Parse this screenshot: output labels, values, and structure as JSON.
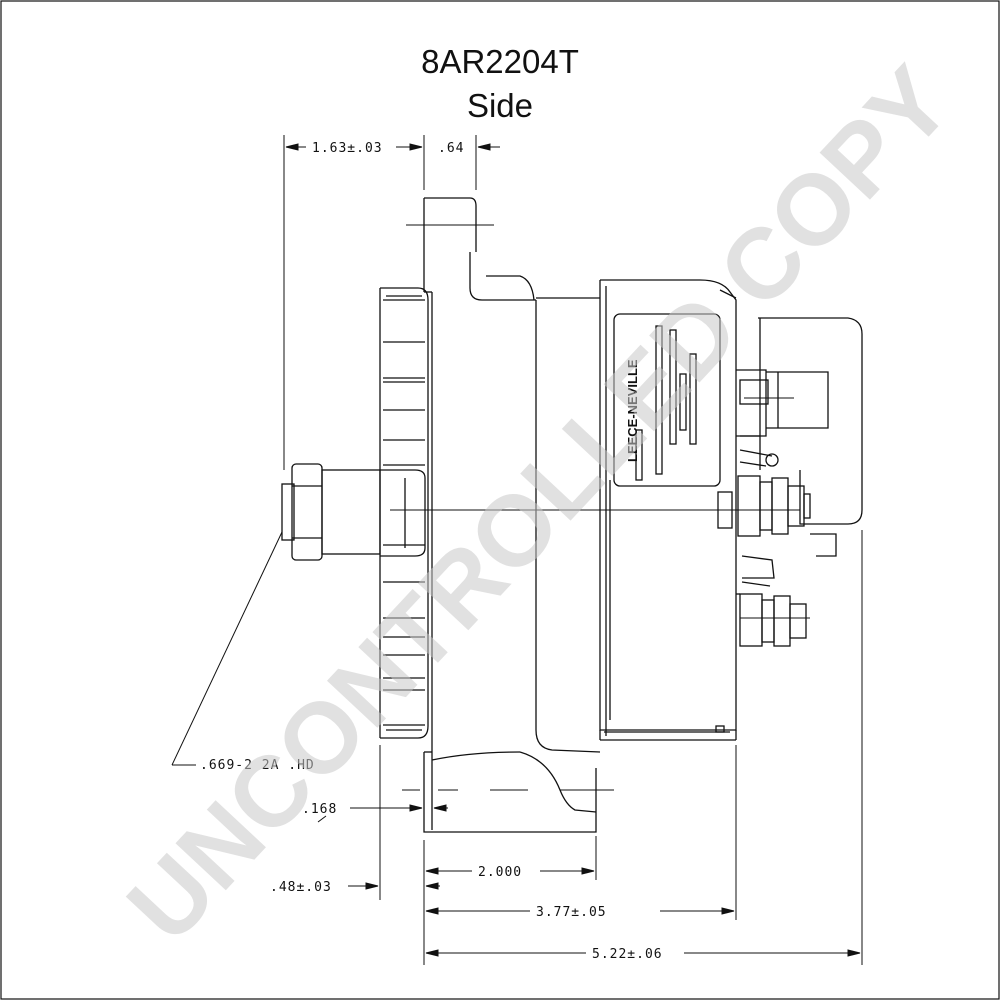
{
  "drawing": {
    "part_number": "8AR2204T",
    "view": "Side"
  },
  "dimensions": {
    "top_left": "1.63±.03",
    "top_right": ".64",
    "thread": ".669-2 2A .HD",
    "small": ".168",
    "width_2000": "2.000",
    "flange": ".48±.03",
    "body_length": "3.77±.05",
    "overall_length": "5.22±.06"
  },
  "logo_text": "LEECE-NEVILLE",
  "watermark": "UNCONTROLLED COPY"
}
